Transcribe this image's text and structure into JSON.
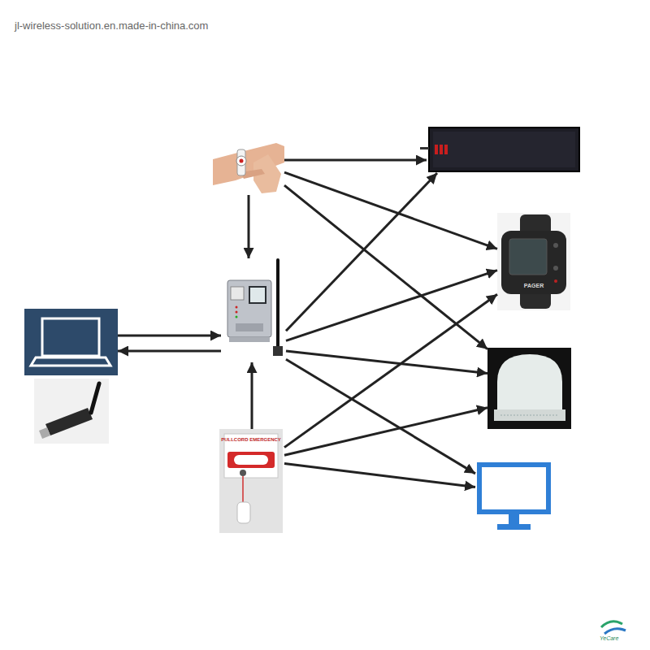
{
  "diagram": {
    "nodes": [
      {
        "text": []
      },
      {
        "text": []
      },
      {
        "text": [
          "PAGER"
        ]
      },
      {
        "text": []
      },
      {
        "text": []
      },
      {
        "text": []
      },
      {
        "text": []
      },
      {
        "text": [
          "PULLCORD EMERGENCY"
        ]
      },
      {
        "text": []
      }
    ],
    "edges": [
      {
        "from": 0,
        "to": 1,
        "arrow": "to"
      },
      {
        "from": 0,
        "to": 2,
        "arrow": "to"
      },
      {
        "from": 0,
        "to": 5,
        "arrow": "to"
      },
      {
        "from": 0,
        "to": 3,
        "arrow": "to"
      },
      {
        "from": 4,
        "to": 3,
        "arrow": "to"
      },
      {
        "from": 3,
        "to": 4,
        "arrow": "to"
      },
      {
        "from": 3,
        "to": 1,
        "arrow": "to"
      },
      {
        "from": 3,
        "to": 2,
        "arrow": "to"
      },
      {
        "from": 3,
        "to": 5,
        "arrow": "to"
      },
      {
        "from": 3,
        "to": 8,
        "arrow": "to"
      },
      {
        "from": 7,
        "to": 3,
        "arrow": "to"
      },
      {
        "from": 7,
        "to": 2,
        "arrow": "to"
      },
      {
        "from": 7,
        "to": 5,
        "arrow": "to"
      },
      {
        "from": 7,
        "to": 8,
        "arrow": "to"
      }
    ],
    "labels": [
      "jl-wireless-solution.en.made-in-china.com",
      "YeCare"
    ]
  }
}
